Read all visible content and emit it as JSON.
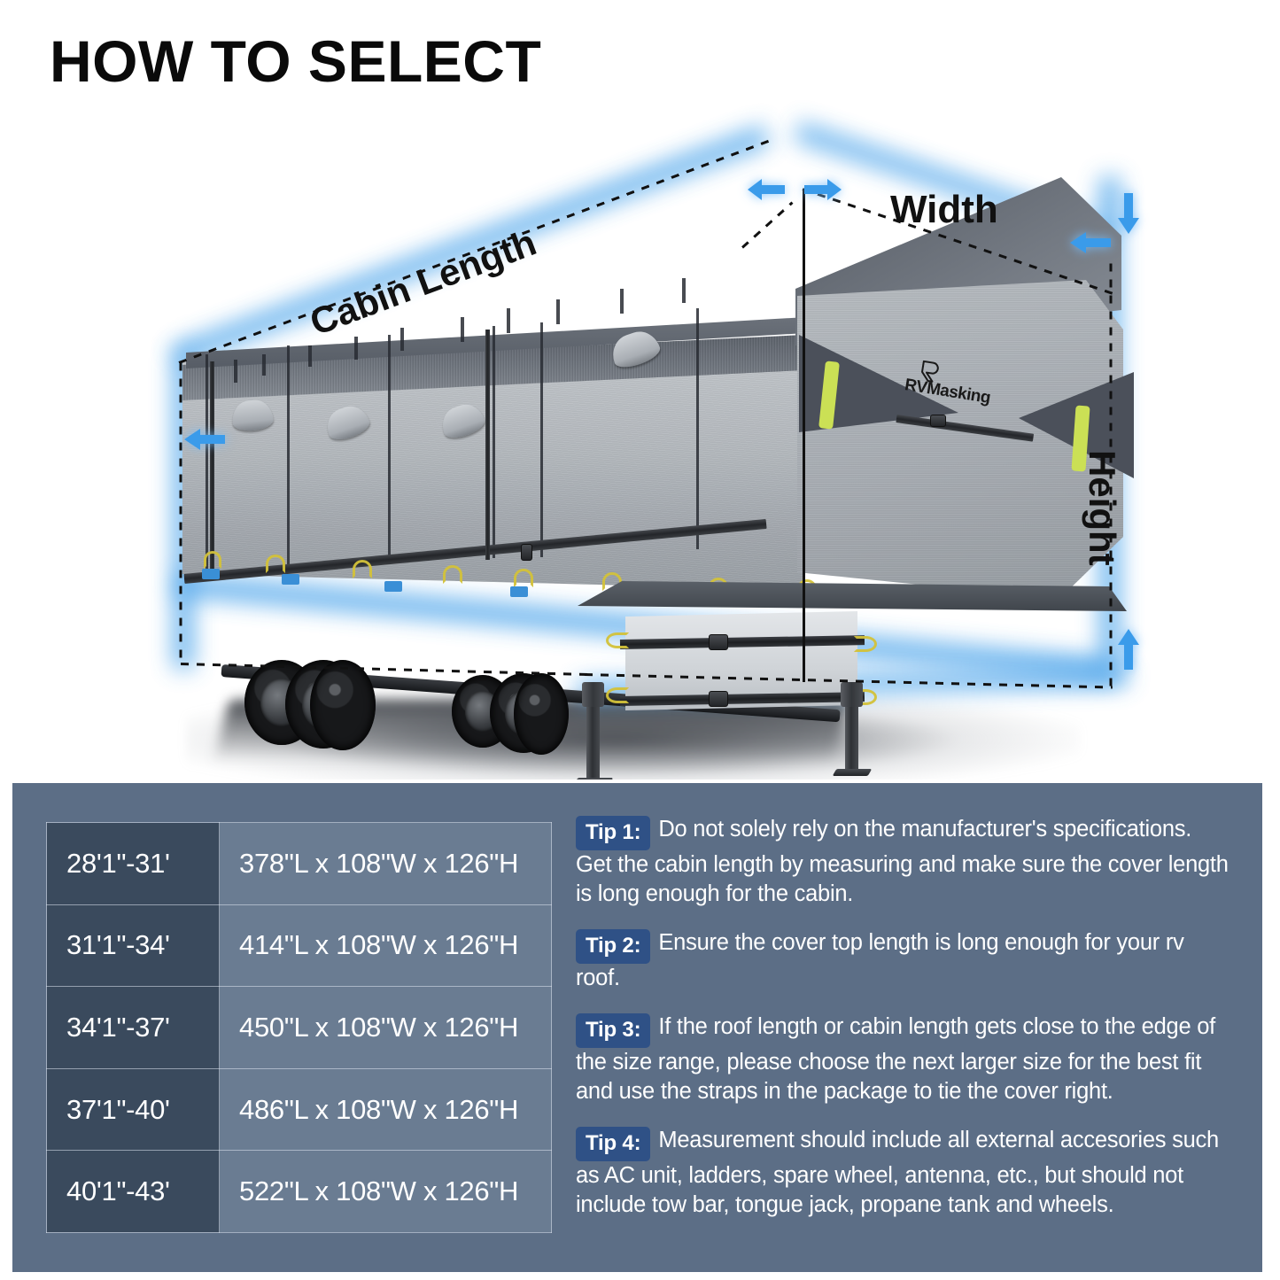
{
  "title": "HOW TO SELECT",
  "illustration": {
    "labels": {
      "width": "Width",
      "cabin_length": "Cabin Length",
      "height": "Height"
    },
    "brand": "RVMasking",
    "arrow_color": "#3a9bea",
    "glow_color": "#4aa3ea",
    "reflective_color": "#cbe055"
  },
  "panel": {
    "background_color": "#5c6e86",
    "table": {
      "size_column_color": "#3a4a5d",
      "dimension_column_color": "#6a7c92",
      "rows": [
        {
          "size": "28'1\"-31'",
          "dimensions": "378\"L x 108\"W x 126\"H"
        },
        {
          "size": "31'1\"-34'",
          "dimensions": "414\"L x 108\"W x 126\"H"
        },
        {
          "size": "34'1\"-37'",
          "dimensions": "450\"L x 108\"W x 126\"H"
        },
        {
          "size": "37'1\"-40'",
          "dimensions": "486\"L x 108\"W x 126\"H"
        },
        {
          "size": "40'1\"-43'",
          "dimensions": "522\"L x 108\"W x 126\"H"
        }
      ]
    },
    "tips": [
      {
        "badge": "Tip 1:",
        "text": "Do not solely rely on the manufacturer's specifications. Get the cabin length by measuring and make sure the cover length is long enough for the cabin."
      },
      {
        "badge": "Tip 2:",
        "text": "Ensure the cover top length is long enough for your rv roof."
      },
      {
        "badge": "Tip 3:",
        "text": "If the roof length or cabin length gets close to the edge of the size range, please choose the next larger size for the best fit and use the straps in the package to tie the cover right."
      },
      {
        "badge": "Tip 4:",
        "text": "Measurement should include all external accesories such as AC unit, ladders, spare wheel, antenna, etc., but should not include tow bar, tongue jack, propane tank and wheels."
      }
    ]
  }
}
